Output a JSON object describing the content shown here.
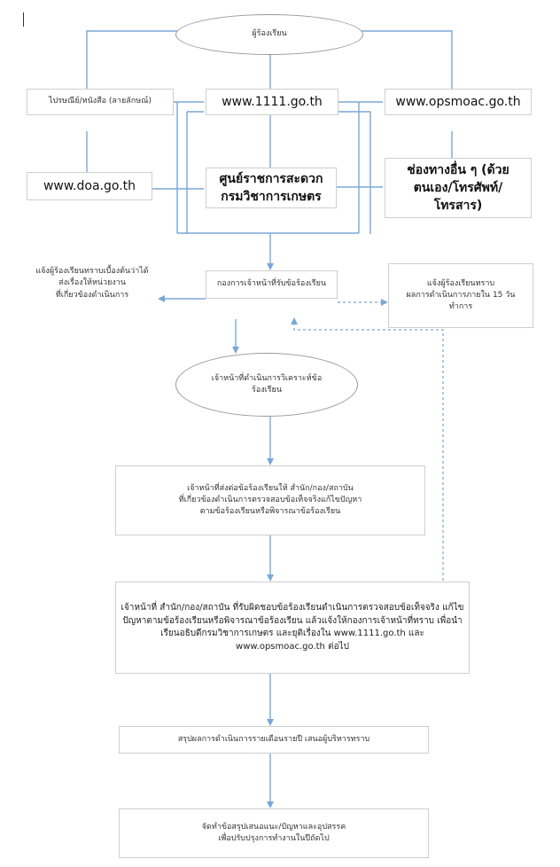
{
  "nodes": {
    "complainant": "ผู้ร้องเรียน",
    "post": "ไปรษณีย์/หนังสือ (ลายลักษณ์)",
    "site1111": "www.1111.go.th",
    "opsmoac": "www.opsmoac.go.th",
    "doa": "www.doa.go.th",
    "center": "ศูนย์ราชการสะดวก\nกรมวิชาการเกษตร",
    "other": "ช่องทางอื่น ๆ (ด้วย\nตนเอง/โทรศัพท์/\nโทรสาร)",
    "notify_left": "แจ้งผู้ร้องเรียนทราบเบื้องต้นว่าได้\nส่งเรื่องให้หน่วยงาน\nที่เกี่ยวข้องดำเนินการ",
    "receiver": "กองการเจ้าหน้าที่รับข้อร้องเรียน",
    "notify_right": "แจ้งผู้ร้องเรียนทราบ\nผลการดำเนินการภายใน 15 วัน\nทำการ",
    "analyst": "เจ้าหน้าที่ดำเนินการวิเคราะห์ข้อ\nร้องเรียน",
    "forward": "เจ้าหน้าที่ส่งต่อข้อร้องเรียนให้ สำนัก/กอง/สถาบัน\nที่เกี่ยวข้องดำเนินการตรวจสอบข้อเท็จจริงแก้ไขปัญหา\nตามข้อร้องเรียนหรือพิจารณาข้อร้องเรียน",
    "investigate": "เจ้าหน้าที่ สำนัก/กอง/สถาบัน ที่รับผิดชอบข้อร้องเรียนดำเนินการตรวจสอบข้อเท็จจริง แก้ไข\nปัญหาตามข้อร้องเรียนหรือพิจารณาข้อร้องเรียน แล้วแจ้งให้กองการเจ้าหน้าที่ทราบ เพื่อนำ\nเรียนอธิบดีกรมวิชาการเกษตร และยุติเรื่องใน www.1111.go.th และ\nwww.opsmoac.go.th ต่อไป",
    "summary": "สรุปผลการดำเนินการรายเดือนรายปี เสนอผู้บริหารทราบ",
    "improve": "จัดทำข้อสรุปเสนอแนะ/ปัญหาและอุปสรรค\nเพื่อปรับปรุงการทำงานในปีถัดไป"
  },
  "colors": {
    "connector": "#7aa7d8",
    "border": "#cfcfcf",
    "text": "#222222"
  }
}
